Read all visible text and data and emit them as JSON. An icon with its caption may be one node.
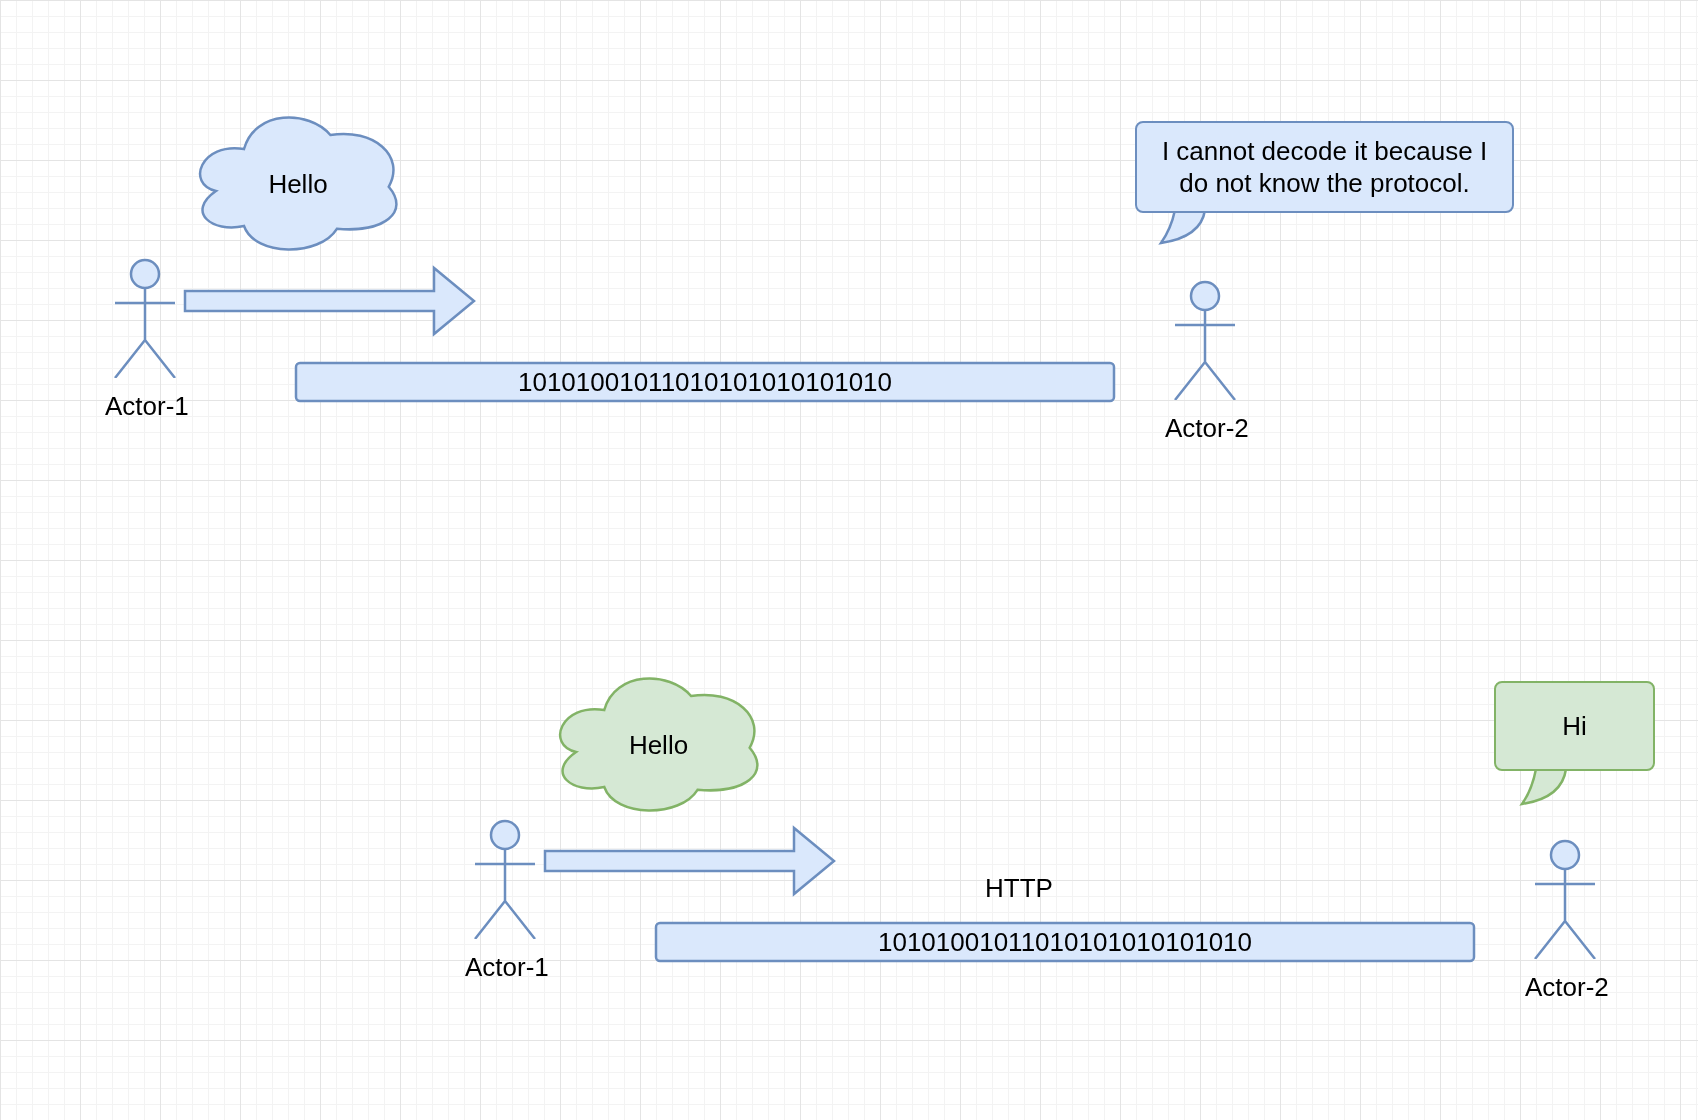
{
  "diagram": {
    "nodes": [
      {
        "text": [
          "Hello"
        ]
      },
      {
        "text": [
          "I cannot decode it because I do not know the protocol."
        ]
      },
      {
        "text": [
          "Actor-1"
        ]
      },
      {
        "text": [
          "10101001011010101010101010"
        ]
      },
      {
        "text": [
          "Actor-2"
        ]
      },
      {
        "text": [
          "Hello"
        ]
      },
      {
        "text": [
          "Hi"
        ]
      },
      {
        "text": [
          "Actor-1"
        ]
      },
      {
        "text": [
          "10101001011010101010101010"
        ]
      },
      {
        "text": [
          "Actor-2"
        ]
      }
    ],
    "edges": [
      {
        "from": 2,
        "to": null,
        "arrow": "to"
      },
      {
        "from": 7,
        "to": null,
        "arrow": "to"
      }
    ],
    "labels": [
      "HTTP"
    ]
  }
}
